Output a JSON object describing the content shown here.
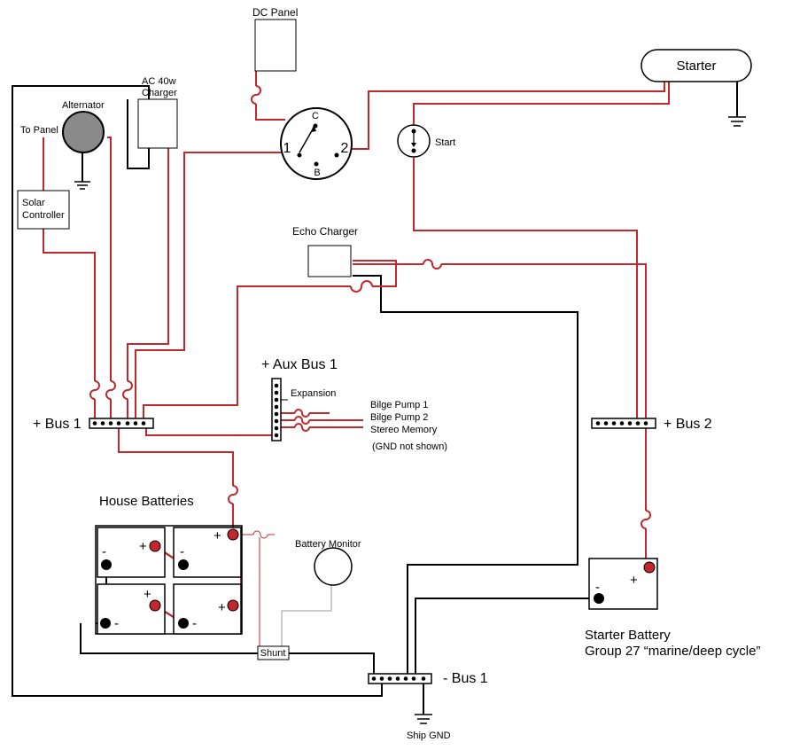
{
  "components": {
    "dc_panel": "DC Panel",
    "starter": "Starter",
    "ac_charger_line1": "AC 40w",
    "ac_charger_line2": "Charger",
    "alternator": "Alternator",
    "to_panel": "To Panel",
    "solar_line1": "Solar",
    "solar_line2": "Controller",
    "switch_c": "C",
    "switch_1": "1",
    "switch_2": "2",
    "switch_b": "B",
    "start": "Start",
    "echo_charger": "Echo Charger",
    "aux_bus": "+ Aux Bus 1",
    "expansion": "Expansion",
    "bilge_pump_1": "Bilge Pump 1",
    "bilge_pump_2": "Bilge Pump 2",
    "stereo_memory": "Stereo Memory",
    "gnd_note": "(GND not shown)",
    "bus_plus_1": "+ Bus 1",
    "bus_plus_2": "+ Bus 2",
    "bus_minus_1": "-  Bus 1",
    "house_batteries": "House Batteries",
    "battery_monitor": "Battery Monitor",
    "shunt": "Shunt",
    "starter_battery_line1": "Starter Battery",
    "starter_battery_line2": "Group 27  “marine/deep cycle”",
    "ship_gnd": "Ship GND",
    "plus": "+",
    "minus": "-"
  },
  "colors": {
    "positive_wire": "#c0282d",
    "negative_wire": "#000000",
    "signal_wire": "#999999",
    "alternator_fill": "#8a8a8a",
    "terminal_positive": "#c0282d",
    "terminal_negative": "#000000"
  }
}
